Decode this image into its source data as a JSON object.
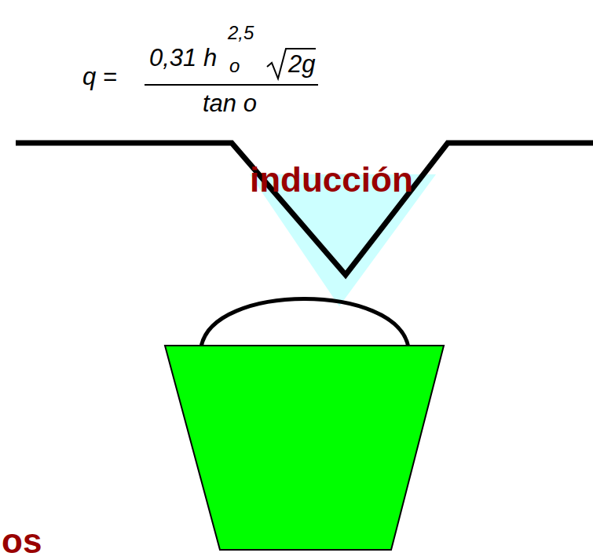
{
  "diagram": {
    "labels": [
      "q =",
      "0,31 h",
      "2,5",
      "o",
      "2g",
      "tan o",
      "inducción",
      "os"
    ]
  }
}
